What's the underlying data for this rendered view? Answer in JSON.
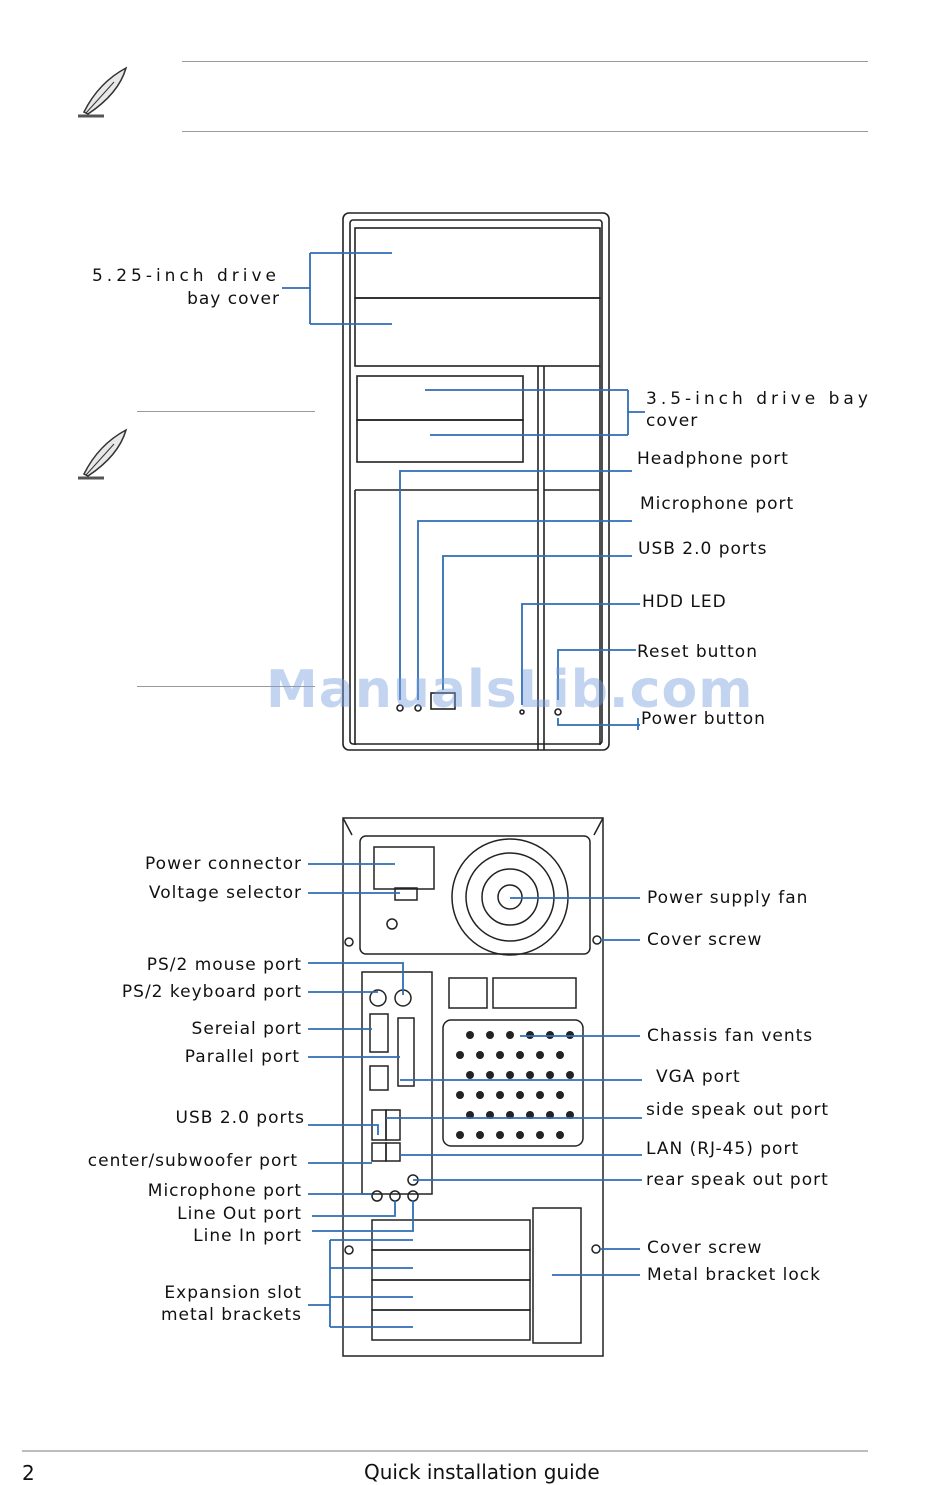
{
  "front_view": {
    "labels": {
      "drive_525_line1": "5.25-inch drive",
      "drive_525_line2": "bay cover",
      "drive_35_line1": "3.5-inch drive bay",
      "drive_35_line2": "cover",
      "headphone": "Headphone port",
      "microphone": "Microphone port",
      "usb": "USB 2.0 ports",
      "hdd_led": "HDD LED",
      "reset": "Reset button",
      "power": "Power button"
    }
  },
  "rear_view": {
    "labels": {
      "power_connector": "Power connector",
      "voltage_selector": "Voltage selector",
      "ps2_mouse": "PS/2 mouse port",
      "ps2_keyboard": "PS/2 keyboard port",
      "serial": "Sereial port",
      "parallel": "Parallel port",
      "usb": "USB 2.0 ports",
      "center_sub": "center/subwoofer port",
      "microphone": "Microphone port",
      "line_out": "Line Out port",
      "line_in": "Line In port",
      "expansion_line1": "Expansion slot",
      "expansion_line2": "metal brackets",
      "psu_fan": "Power supply fan",
      "cover_screw_top": "Cover screw",
      "chassis_vents": "Chassis fan vents",
      "vga": "VGA port",
      "side_speak": "side speak out port",
      "lan": "LAN (RJ-45) port",
      "rear_speak": "rear speak out port",
      "cover_screw_bottom": "Cover screw",
      "bracket_lock": "Metal bracket lock"
    }
  },
  "watermark": "ManualsLib.com",
  "footer": {
    "page_number": "2",
    "title": "Quick installation guide"
  },
  "colors": {
    "leader_line": "#2f6db5",
    "drawing": "#222222"
  },
  "icons": [
    "note-feather-icon"
  ]
}
